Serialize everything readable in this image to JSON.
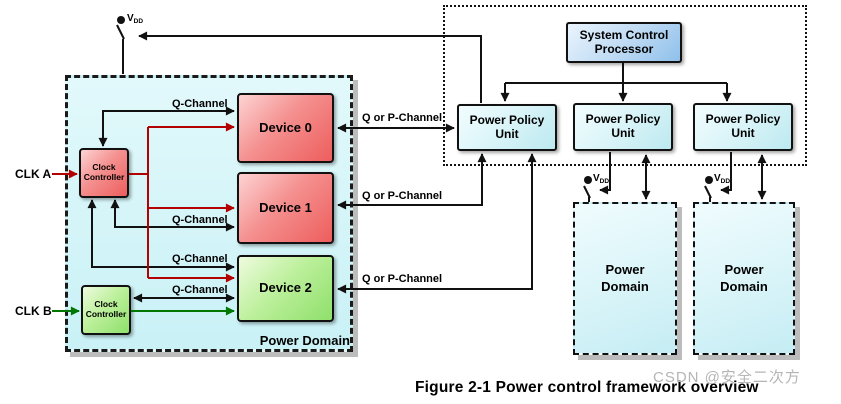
{
  "diagram": {
    "caption": "Figure 2-1  Power control framework overview",
    "watermark": "CSDN @安全二次方",
    "labels": {
      "q_channel": "Q-Channel",
      "q_or_p_channel": "Q or P-Channel",
      "power_domain": "Power Domain"
    },
    "vdd": {
      "base": "V",
      "sub": "DD"
    },
    "clock_controllers": [
      {
        "label": "Clock Controller",
        "clk": "CLK A"
      },
      {
        "label": "Clock Controller",
        "clk": "CLK B"
      }
    ],
    "devices": [
      {
        "label": "Device 0"
      },
      {
        "label": "Device 1"
      },
      {
        "label": "Device 2"
      }
    ],
    "scp": {
      "label": "System Control Processor"
    },
    "ppus": [
      {
        "label": "Power Policy Unit"
      },
      {
        "label": "Power Policy Unit"
      },
      {
        "label": "Power Policy Unit"
      }
    ],
    "right_power_domains": [
      {
        "label": "Power Domain"
      },
      {
        "label": "Power Domain"
      }
    ],
    "colors": {
      "line": "#111111",
      "clk_a_red": "#b30000",
      "clk_b_green": "#007700",
      "device_red": "#ed5e5d",
      "device_green": "#8fe06c",
      "domain_cyan": "#c9f1f6",
      "scp_blue": "#8fc0ea",
      "ppu_cyan": "#bce9f0",
      "watermark_gray": "#b5b5b5"
    }
  }
}
